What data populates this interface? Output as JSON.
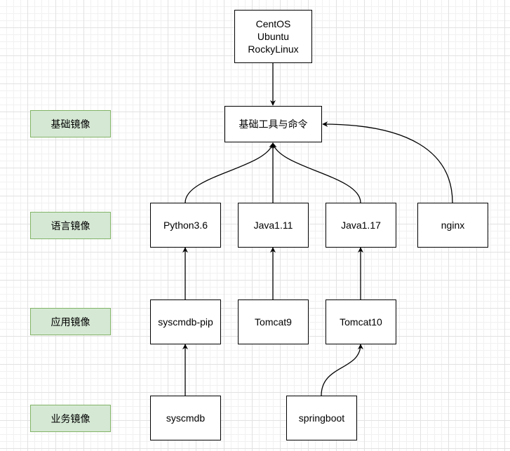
{
  "layers": [
    {
      "id": "base",
      "text": "基础镜像"
    },
    {
      "id": "lang",
      "text": "语言镜像"
    },
    {
      "id": "app",
      "text": "应用镜像"
    },
    {
      "id": "biz",
      "text": "业务镜像"
    }
  ],
  "nodes": {
    "os": {
      "lines": [
        "CentOS",
        "Ubuntu",
        "RockyLinux"
      ]
    },
    "tools": "基础工具与命令",
    "python": "Python3.6",
    "java11": "Java1.11",
    "java17": "Java1.17",
    "nginx": "nginx",
    "syscmdb_pip": "syscmdb-pip",
    "tomcat9": "Tomcat9",
    "tomcat10": "Tomcat10",
    "syscmdb": "syscmdb",
    "springboot": "springboot"
  },
  "edges": [
    {
      "from": "os",
      "to": "tools"
    },
    {
      "from": "python",
      "to": "tools"
    },
    {
      "from": "java11",
      "to": "tools"
    },
    {
      "from": "java17",
      "to": "tools"
    },
    {
      "from": "nginx",
      "to": "tools"
    },
    {
      "from": "syscmdb_pip",
      "to": "python"
    },
    {
      "from": "tomcat9",
      "to": "java11"
    },
    {
      "from": "tomcat10",
      "to": "java17"
    },
    {
      "from": "syscmdb",
      "to": "syscmdb_pip"
    },
    {
      "from": "springboot",
      "to": "tomcat10"
    }
  ],
  "colors": {
    "label_fill": "#d5e8d4",
    "label_border": "#82b366",
    "node_border": "#000000"
  }
}
